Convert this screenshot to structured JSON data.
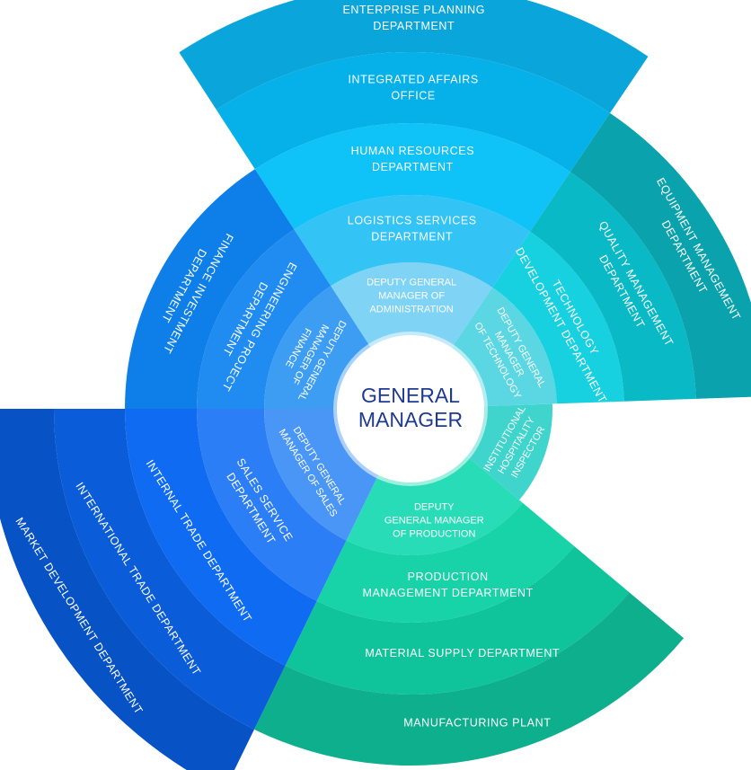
{
  "center": {
    "lines": [
      "GENERAL",
      "MANAGER"
    ]
  },
  "sectors": [
    {
      "id": "administration",
      "deputy": [
        "DEPUTY GENERAL",
        "MANAGER OF",
        "ADMINISTRATION"
      ],
      "departments": [
        [
          "LOGISTICS SERVICES",
          "DEPARTMENT"
        ],
        [
          "HUMAN RESOURCES",
          "DEPARTMENT"
        ],
        [
          "INTEGRATED AFFAIRS",
          "OFFICE"
        ],
        [
          "ENTERPRISE PLANNING",
          "DEPARTMENT"
        ]
      ],
      "colors": [
        "#7fd3f5",
        "#33c3f5",
        "#0fc2f8",
        "#06b1ea",
        "#0aa6db"
      ]
    },
    {
      "id": "technology",
      "deputy": [
        "DEPUTY GENERAL",
        "MANAGER",
        "OF TECHNOLOGY"
      ],
      "departments": [
        [
          "TECHNOLOGY",
          "DEVELOPMENT DEPARTMENT"
        ],
        [
          "QUALITY MANAGEMENT",
          "DEPARTMENT"
        ],
        [
          "EQUIPMENT MANAGEMENT",
          "DEPARTMENT"
        ]
      ],
      "colors": [
        "#5ad7e2",
        "#17d1e0",
        "#0ab9c6",
        "#0aa3ad"
      ]
    },
    {
      "id": "inspector",
      "deputy": [
        "INSTITUTIONAL",
        "HOSPITALITY",
        "INSPECTOR"
      ],
      "departments": [],
      "colors": [
        "#3fd5cc"
      ]
    },
    {
      "id": "production",
      "deputy": [
        "DEPUTY",
        "GENERAL MANAGER",
        "OF PRODUCTION"
      ],
      "departments": [
        [
          "PRODUCTION",
          "MANAGEMENT DEPARTMENT"
        ],
        [
          "MATERIAL SUPPLY DEPARTMENT"
        ],
        [
          "MANUFACTURING PLANT"
        ]
      ],
      "colors": [
        "#27dcb6",
        "#18d3a7",
        "#0fc39a",
        "#0eaf8c"
      ]
    },
    {
      "id": "sales",
      "deputy": [
        "DEPUTY GENERAL",
        "MANAGER OF SALES"
      ],
      "departments": [
        [
          "SALES SERVICE",
          "DEPARTMENT"
        ],
        [
          "INTERNAL TRADE DEPARTMENT"
        ],
        [
          "INTERNATIONAL TRADE DEPARTMENT"
        ],
        [
          "MARKET DEVELOPMENT DEPARTMENT"
        ]
      ],
      "colors": [
        "#4a96f6",
        "#2c7ef6",
        "#0f6cf2",
        "#0a5cd8",
        "#0752c4"
      ]
    },
    {
      "id": "finance",
      "deputy": [
        "DEPUTY GENERAL",
        "MANAGER OF",
        "FINANCE"
      ],
      "departments": [
        [
          "ENGINEERING PROJECT",
          "DEPARTMENT"
        ],
        [
          "FINANCE INVESTMENT",
          "DEPARTMENT"
        ]
      ],
      "colors": [
        "#3d9df3",
        "#208cf2",
        "#0e7fe8"
      ]
    }
  ]
}
